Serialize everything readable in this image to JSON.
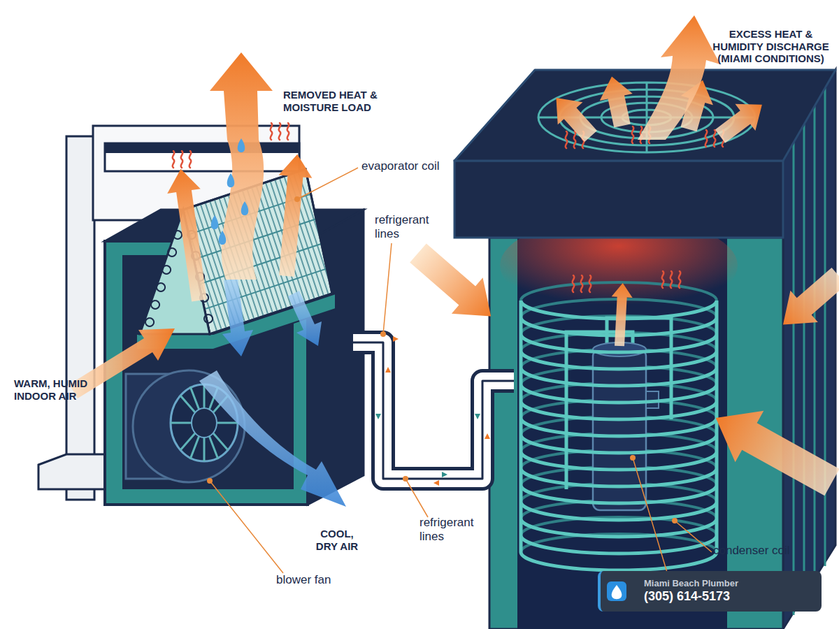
{
  "diagram": {
    "nodes": [
      {
        "text": [
          "Miami Beach Plumber",
          "(305) 614-5173"
        ]
      }
    ],
    "labels": [
      "REMOVED HEAT & MOISTURE LOAD",
      "evaporator coil",
      "refrigerant lines",
      "EXCESS HEAT & HUMIDITY DISCHARGE (MIAMI CONDITIONS)",
      "WARM, HUMID INDOOR AIR",
      "refrigerant lines",
      "COOL, DRY AIR",
      "blower fan",
      "condenser coil"
    ]
  }
}
